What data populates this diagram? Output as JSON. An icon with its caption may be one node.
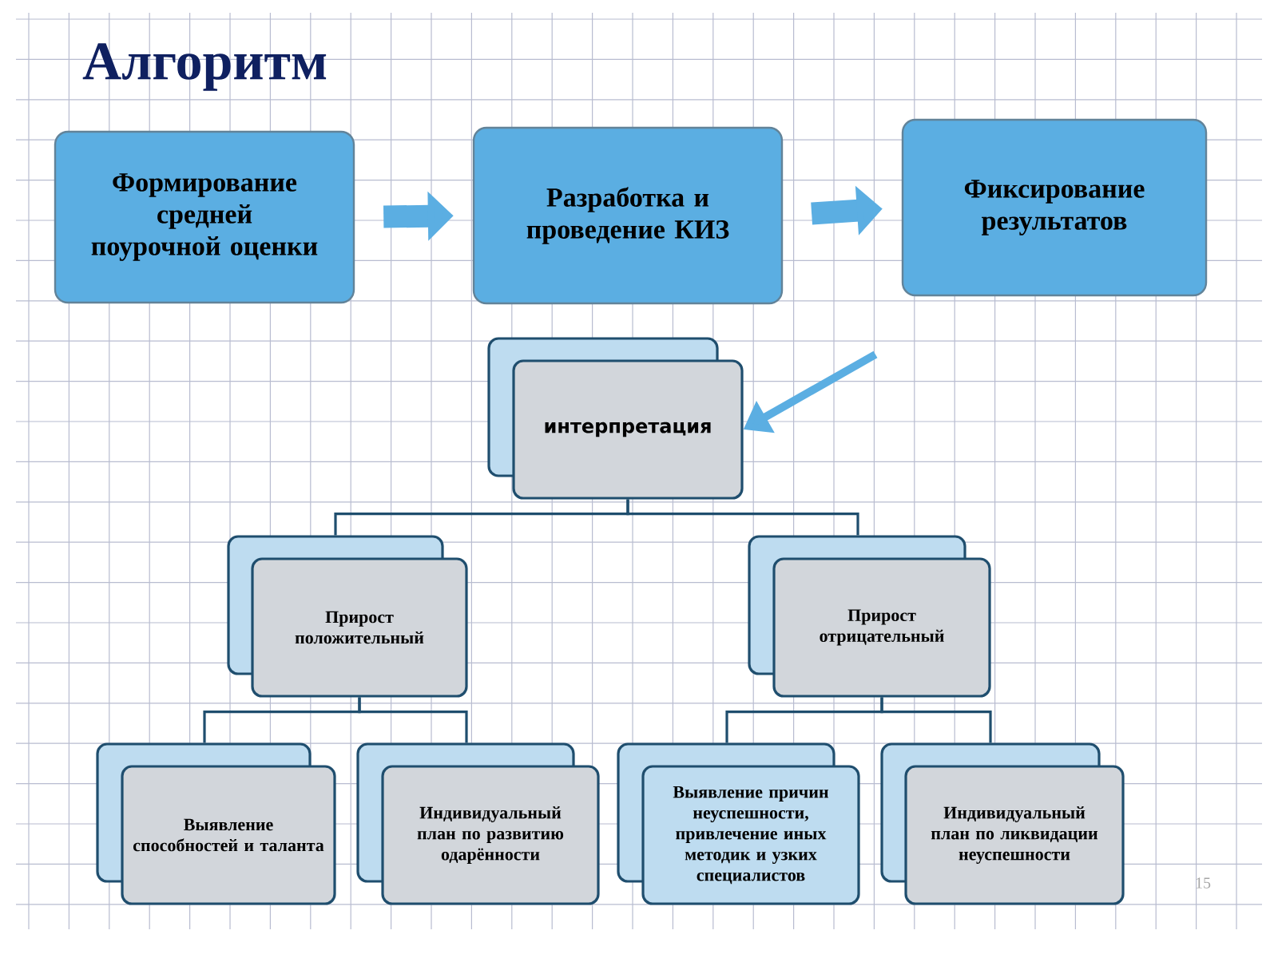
{
  "diagram": {
    "title": "Алгоритм",
    "nodes": [
      {
        "text": [
          "Формирование средней поурочной оценки"
        ]
      },
      {
        "text": [
          "Разработка и проведение КИЗ"
        ]
      },
      {
        "text": [
          "Фиксирование результатов"
        ]
      },
      {
        "text": [
          "интерпретация"
        ]
      },
      {
        "text": [
          "Прирост положительный"
        ]
      },
      {
        "text": [
          "Прирост отрицательный"
        ]
      },
      {
        "text": [
          "Выявление способностей и таланта"
        ]
      },
      {
        "text": [
          "Индивидуальный план по развитию одарённости"
        ]
      },
      {
        "text": [
          "Выявление причин неуспешности, привлечение иных методик и узких специалистов"
        ]
      },
      {
        "text": [
          "Индивидуальный план по ликвидации неуспешности"
        ]
      }
    ],
    "edges": [
      {
        "from": 0,
        "to": 1,
        "arrow": "to",
        "style": "thick",
        "color": "#5baee2"
      },
      {
        "from": 1,
        "to": 2,
        "arrow": "to",
        "style": "thick",
        "color": "#5baee2"
      },
      {
        "from": null,
        "to": 3,
        "arrow": "to",
        "style": "thick",
        "color": "#5baee2"
      },
      {
        "from": 3,
        "to": 4,
        "arrow": "none"
      },
      {
        "from": 3,
        "to": 5,
        "arrow": "none"
      },
      {
        "from": 4,
        "to": 6,
        "arrow": "none"
      },
      {
        "from": 4,
        "to": 7,
        "arrow": "none"
      },
      {
        "from": 5,
        "to": 8,
        "arrow": "none"
      },
      {
        "from": 5,
        "to": 9,
        "arrow": "none"
      }
    ],
    "labels": [
      "15"
    ]
  }
}
